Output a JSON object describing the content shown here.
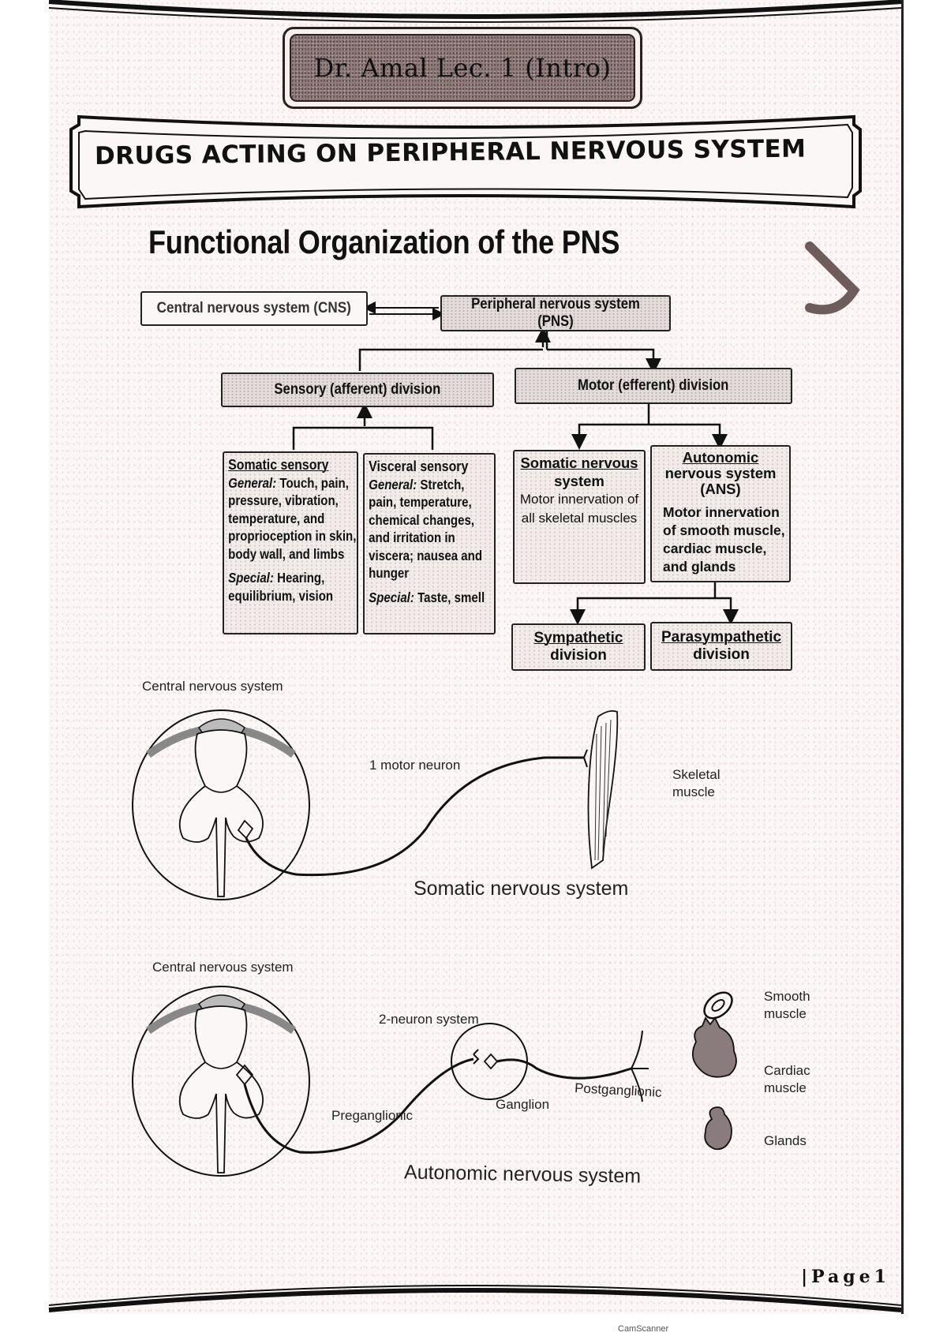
{
  "header": {
    "lecture_label": "Dr. Amal Lec. 1 (Intro)",
    "chapter_title": "DRUGS ACTING ON PERIPHERAL NERVOUS SYSTEM"
  },
  "section": {
    "title": "Functional Organization of the PNS"
  },
  "flowchart": {
    "cns": "Central nervous system (CNS)",
    "pns": "Peripheral nervous system (PNS)",
    "sensory_division": "Sensory (afferent) division",
    "motor_division": "Motor (efferent) division",
    "somatic_sensory": {
      "title": "Somatic sensory",
      "general_label": "General:",
      "general_text": "Touch, pain, pressure, vibration, temperature, and proprioception in skin, body wall, and limbs",
      "special_label": "Special:",
      "special_text": "Hearing, equilibrium, vision"
    },
    "visceral_sensory": {
      "title": "Visceral sensory",
      "general_label": "General:",
      "general_text": "Stretch, pain, temperature, chemical changes, and irritation in viscera; nausea and hunger",
      "special_label": "Special:",
      "special_text": "Taste, smell"
    },
    "somatic_nervous": {
      "title_line1": "Somatic nervous",
      "title_line2": "system",
      "text": "Motor innervation of all skeletal muscles"
    },
    "autonomic": {
      "title_line1": "Autonomic",
      "title_line2": "nervous system",
      "title_line3": "(ANS)",
      "text": "Motor innervation of smooth muscle, cardiac muscle, and glands"
    },
    "sympathetic": {
      "line1": "Sympathetic",
      "line2": "division"
    },
    "parasympathetic": {
      "line1": "Parasympathetic",
      "line2": "division"
    }
  },
  "somatic_diagram": {
    "cns_label": "Central nervous system",
    "neuron_label": "1 motor neuron",
    "target_line1": "Skeletal",
    "target_line2": "muscle",
    "caption": "Somatic nervous system"
  },
  "autonomic_diagram": {
    "cns_label": "Central nervous system",
    "neuron_label": "2-neuron system",
    "preganglionic": "Preganglionic",
    "ganglion": "Ganglion",
    "postganglionic": "Postganglionic",
    "targets": [
      {
        "line1": "Smooth",
        "line2": "muscle"
      },
      {
        "line1": "Cardiac",
        "line2": "muscle"
      },
      {
        "line1": "Glands",
        "line2": ""
      }
    ],
    "caption": "Autonomic nervous system"
  },
  "footer": {
    "page_label": "|Page1",
    "scanner_mark": "CamScanner"
  }
}
